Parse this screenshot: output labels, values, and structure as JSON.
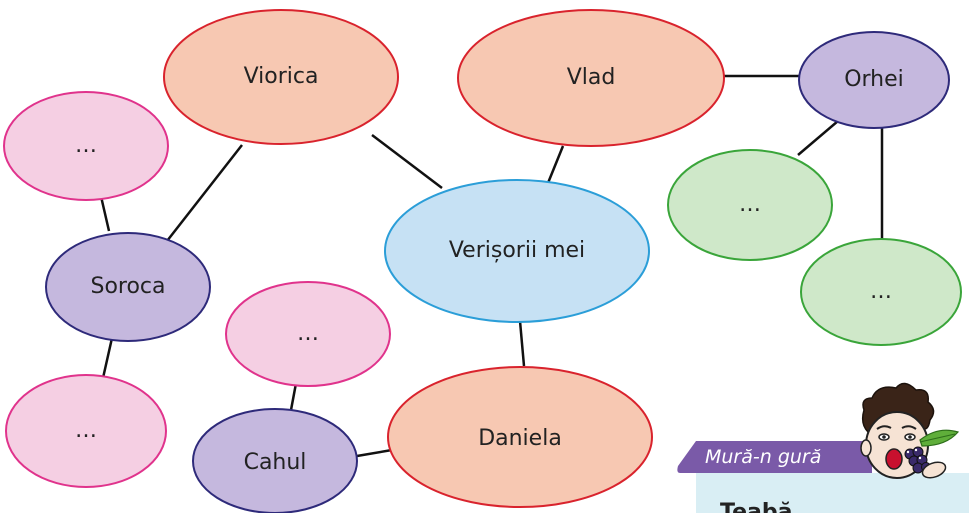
{
  "nodes": {
    "viorica": "Viorica",
    "vlad": "Vlad",
    "orhei": "Orhei",
    "center": "Verișorii mei",
    "soroca": "Soroca",
    "cahul": "Cahul",
    "daniela": "Daniela",
    "placeholder": "…"
  },
  "panel": {
    "tab": "Mură-n gură",
    "body_partial": "Teabă"
  },
  "colors": {
    "salmon_fill": "#f7c8b2",
    "salmon_stroke": "#d9232d",
    "lilac_fill": "#c5b8de",
    "lilac_stroke": "#2e2a7a",
    "pink_fill": "#f5cfe3",
    "pink_stroke": "#e0338c",
    "green_fill": "#cfe8c9",
    "green_stroke": "#3aa53a",
    "blue_fill": "#c6e1f4",
    "blue_stroke": "#2b9ed8",
    "panel_tab": "#7a5aa8",
    "panel_body": "#d9eef4"
  }
}
